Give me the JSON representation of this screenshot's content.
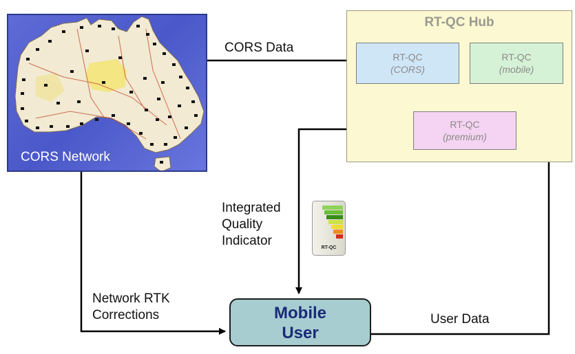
{
  "map": {
    "label": "CORS Network"
  },
  "hub": {
    "title": "RT-QC Hub",
    "modules": {
      "cors": {
        "title": "RT-QC",
        "subtitle": "(CORS)"
      },
      "mobile": {
        "title": "RT-QC",
        "subtitle": "(mobile)"
      },
      "premium": {
        "title": "RT-QC",
        "subtitle": "(premium)"
      }
    }
  },
  "flows": {
    "cors_data": "CORS Data",
    "integrated_quality": [
      "Integrated",
      "Quality",
      "Indicator"
    ],
    "network_rtk": [
      "Network RTK",
      "Corrections"
    ],
    "user_data": "User Data"
  },
  "mobile_user": {
    "lines": [
      "Mobile",
      "User"
    ]
  },
  "indicator": {
    "label": "RT-QC",
    "bar_colors": [
      "#8fd25a",
      "#6cbf3a",
      "#3a8a1e",
      "#cfe04a",
      "#f2de2a",
      "#f08c1e",
      "#d82a1a"
    ]
  },
  "colors": {
    "map_sea": "#5563cf",
    "land": "#f2ead2",
    "desert": "#f3e67a",
    "hub_bg": "#fcf9d2",
    "cors_box": "#cfe6f7",
    "mobile_box": "#d6f2d6",
    "premium_box": "#f5d3f2",
    "mobile_user_box": "#a7cdd0"
  }
}
